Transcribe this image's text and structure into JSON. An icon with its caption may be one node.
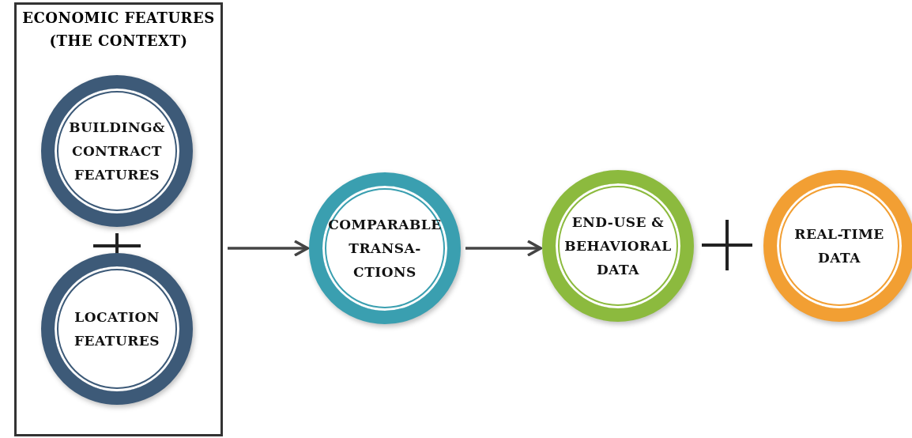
{
  "diagram": {
    "nodes": [
      {
        "text": [
          "ECONOMIC FEATURES (THE CONTEXT)"
        ]
      },
      {
        "text": [
          "BUILDING& CONTRACT FEATURES"
        ],
        "in": 0
      },
      {
        "text": [
          "LOCATION FEATURES"
        ],
        "in": 0
      },
      {
        "text": [
          "COMPARABLE TRANSA- CTIONS"
        ]
      },
      {
        "text": [
          "END-USE & BEHAVIORAL DATA"
        ]
      },
      {
        "text": [
          "REAL-TIME DATA"
        ]
      }
    ],
    "edges": [
      {
        "from": 0,
        "to": 3,
        "arrow": "to"
      },
      {
        "from": 3,
        "to": 4,
        "arrow": "to"
      }
    ]
  }
}
